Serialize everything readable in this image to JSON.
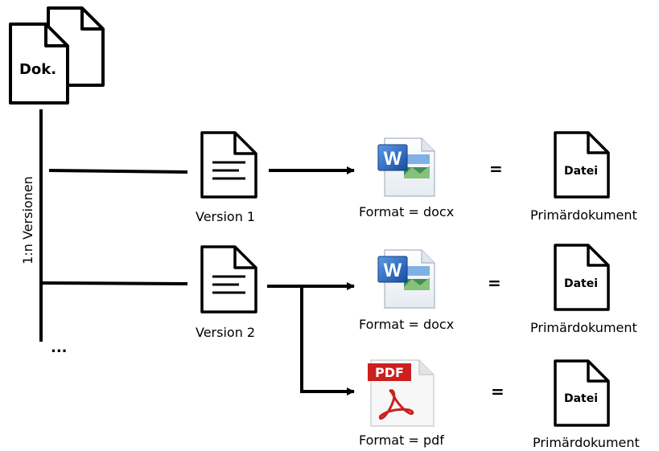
{
  "document_icon": {
    "label": "Dok.",
    "icon": "stacked-documents-icon"
  },
  "axis_label": "1:n Versionen",
  "ellipsis": "...",
  "versions": [
    {
      "label": "Version 1",
      "icon": "version-document-icon",
      "formats": [
        {
          "label": "Format = docx",
          "icon": "word-docx-icon",
          "equals": "=",
          "file_label": "Datei",
          "primary_label": "Primärdokument"
        }
      ]
    },
    {
      "label": "Version 2",
      "icon": "version-document-icon",
      "formats": [
        {
          "label": "Format = docx",
          "icon": "word-docx-icon",
          "equals": "=",
          "file_label": "Datei",
          "primary_label": "Primärdokument"
        },
        {
          "label": "Format = pdf",
          "icon": "pdf-icon",
          "pdf_badge": "PDF",
          "equals": "=",
          "file_label": "Datei",
          "primary_label": "Primärdokument"
        }
      ]
    }
  ],
  "colors": {
    "line": "#000000",
    "word_blue": "#1f5fb3",
    "pdf_red": "#cc1f1f"
  }
}
